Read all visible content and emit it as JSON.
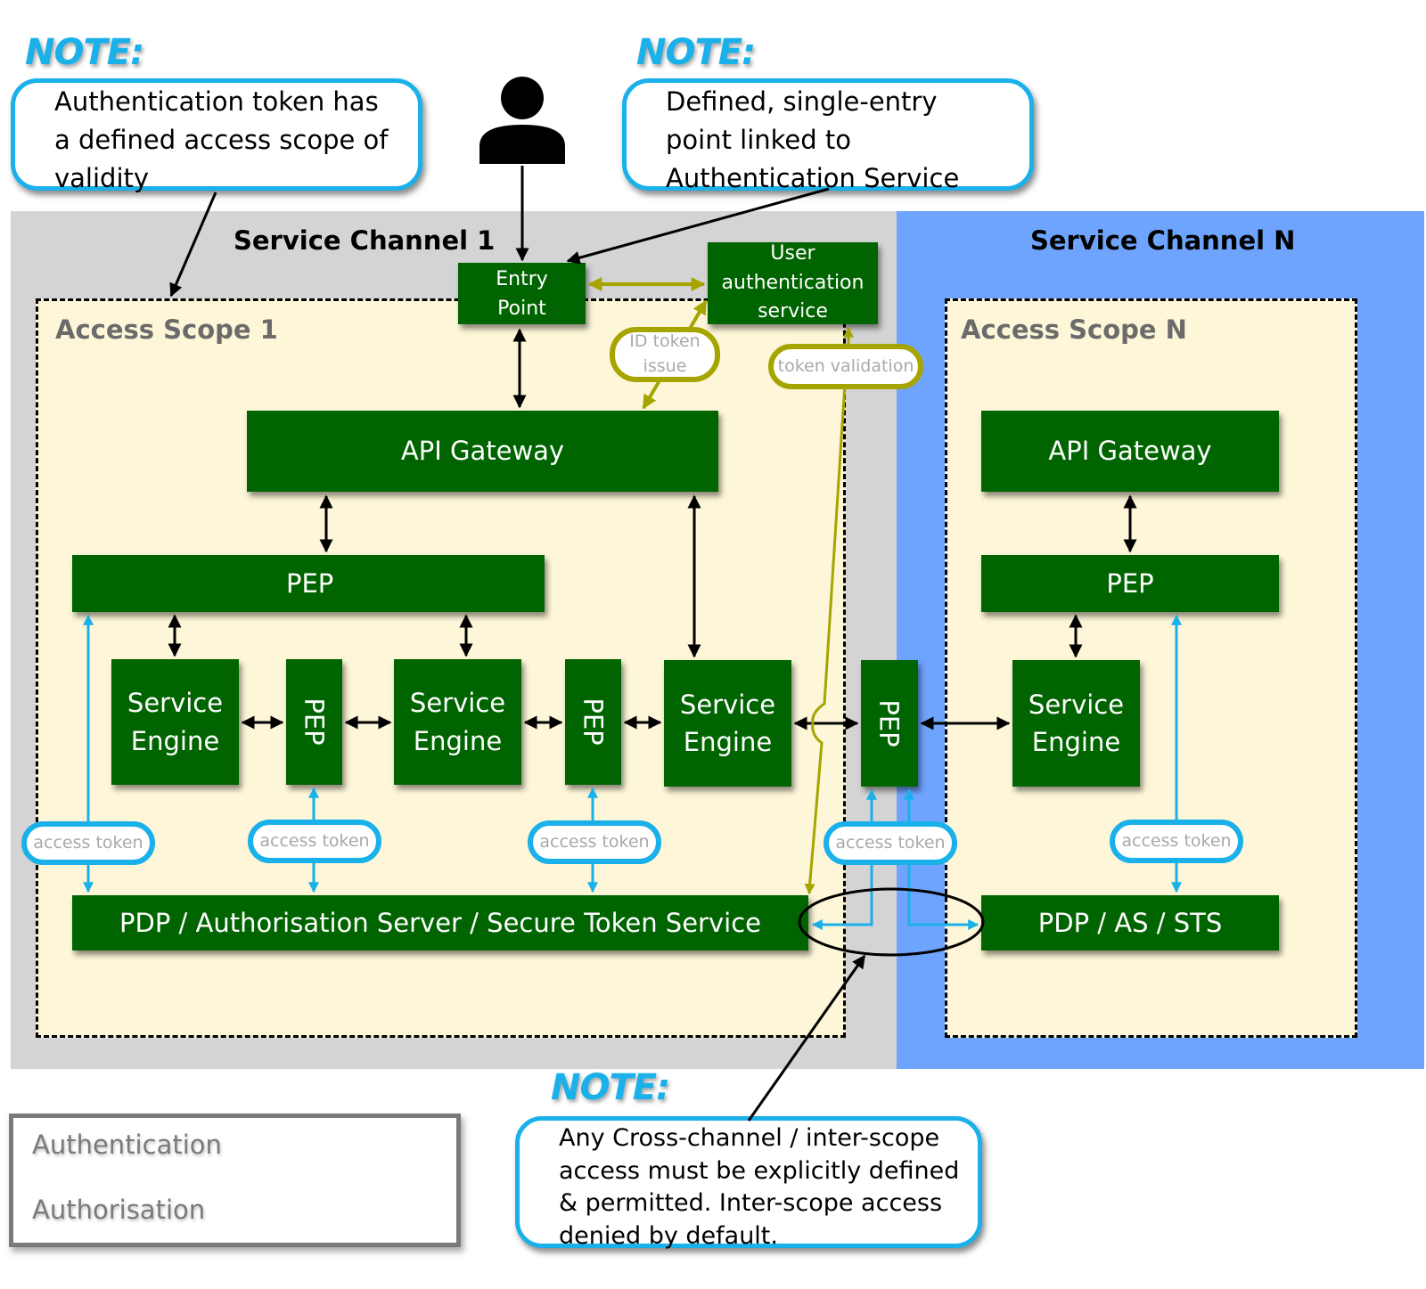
{
  "notes": [
    {
      "label": "NOTE:",
      "lines": [
        "Authentication token has",
        "a defined access scope of",
        "validity"
      ]
    },
    {
      "label": "NOTE:",
      "lines": [
        "Defined, single-entry",
        "point linked to",
        "Authentication Service"
      ]
    },
    {
      "label": "NOTE:",
      "lines": [
        "Any Cross-channel / inter-scope",
        "access must be explicitly defined",
        "& permitted. Inter-scope access",
        "denied by default."
      ]
    }
  ],
  "channels": {
    "channel1": {
      "title": "Service Channel 1",
      "scope_title": "Access Scope 1"
    },
    "channelN": {
      "title": "Service Channel N",
      "scope_title": "Access Scope N"
    }
  },
  "actor": {
    "icon": "user-icon"
  },
  "nodes": {
    "entry_point": [
      "Entry",
      "Point"
    ],
    "user_auth_service": [
      "User",
      "authentication",
      "service"
    ],
    "api_gateway_1": "API Gateway",
    "pep_1": "PEP",
    "service_engine_1": [
      "Service",
      "Engine"
    ],
    "pep_inline_1": "PEP",
    "service_engine_2": [
      "Service",
      "Engine"
    ],
    "pep_inline_2": "PEP",
    "service_engine_3": [
      "Service",
      "Engine"
    ],
    "pep_cross": "PEP",
    "pdp_1": "PDP / Authorisation Server / Secure Token Service",
    "api_gateway_n": "API Gateway",
    "pep_n": "PEP",
    "service_engine_n": [
      "Service",
      "Engine"
    ],
    "pdp_n": "PDP / AS / STS"
  },
  "pills": {
    "id_token": [
      "ID token",
      "issue"
    ],
    "token_validation": "token validation",
    "access_token": "access token"
  },
  "legend": {
    "items": [
      {
        "label": "Authentication",
        "color": "#a6a500"
      },
      {
        "label": "Authorisation",
        "color": "#1ab0ea"
      }
    ]
  },
  "colors": {
    "node_green": "#006400",
    "auth_olive": "#a6a500",
    "authz_blue": "#1ab0ea",
    "channel1_grey": "#d4d4d4",
    "channelN_blue": "#6ea4fe",
    "scope_cream": "#fdf6d8"
  }
}
